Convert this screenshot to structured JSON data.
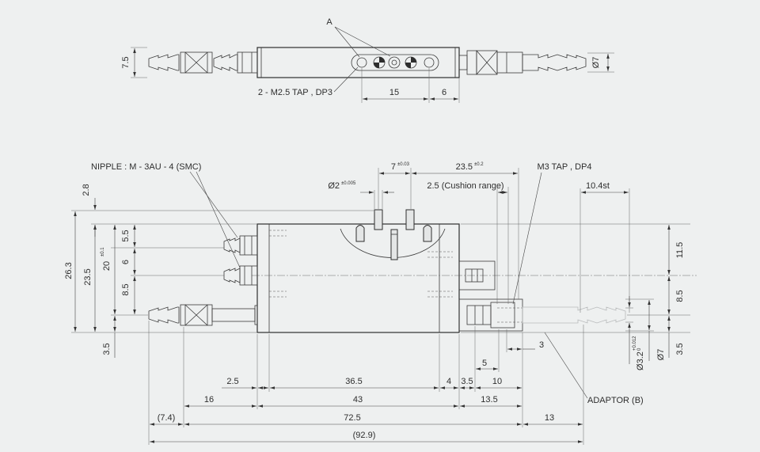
{
  "top_view": {
    "callout": "A",
    "width_dim": "7.5",
    "nipple_dia": "Ø7",
    "tap_note": "2 - M2.5 TAP , DP3",
    "hole_pitch": "15",
    "hole_edge": "6"
  },
  "front_view": {
    "nipple_note": "NIPPLE : M - 3AU - 4 (SMC)",
    "pin_pitch": "7",
    "pin_pitch_tol": "±0.03",
    "pin_position": "23.5",
    "pin_position_tol": "±0.2",
    "pin_dia": "Ø2",
    "pin_dia_tol": "±0.005",
    "cushion_range": "2.5 (Cushion range)",
    "m3_tap_note": "M3 TAP , DP4",
    "stroke": "10.4st",
    "adaptor_note": "ADAPTOR (B)",
    "left_dims": {
      "pin_height": "2.8",
      "overall_height": "26.3",
      "body_height": "23.5",
      "port_span": "20",
      "port_span_tol": "±0.1",
      "port_top": "5.5",
      "port_mid": "6",
      "port_low": "8.5",
      "port_bottom": "3.5"
    },
    "right_dims": {
      "upper": "11.5",
      "lower": "8.5",
      "bottom": "3.5",
      "bore_dia": "Ø3.2",
      "bore_tol_upper": "+0.012",
      "bore_tol_lower": "0",
      "nipple_dia": "Ø7"
    },
    "bottom_dims": {
      "end_cap": "2.5",
      "inner": "36.5",
      "right_cap": "4",
      "adaptor_step": "3.5",
      "adaptor_len": "10",
      "adaptor_mid": "5",
      "adaptor_tip": "3",
      "left_fitting": "16",
      "body": "43",
      "right_fitting": "13.5",
      "nipple_left": "(7.4)",
      "core": "72.5",
      "nipple_right": "13",
      "overall": "(92.9)"
    }
  }
}
